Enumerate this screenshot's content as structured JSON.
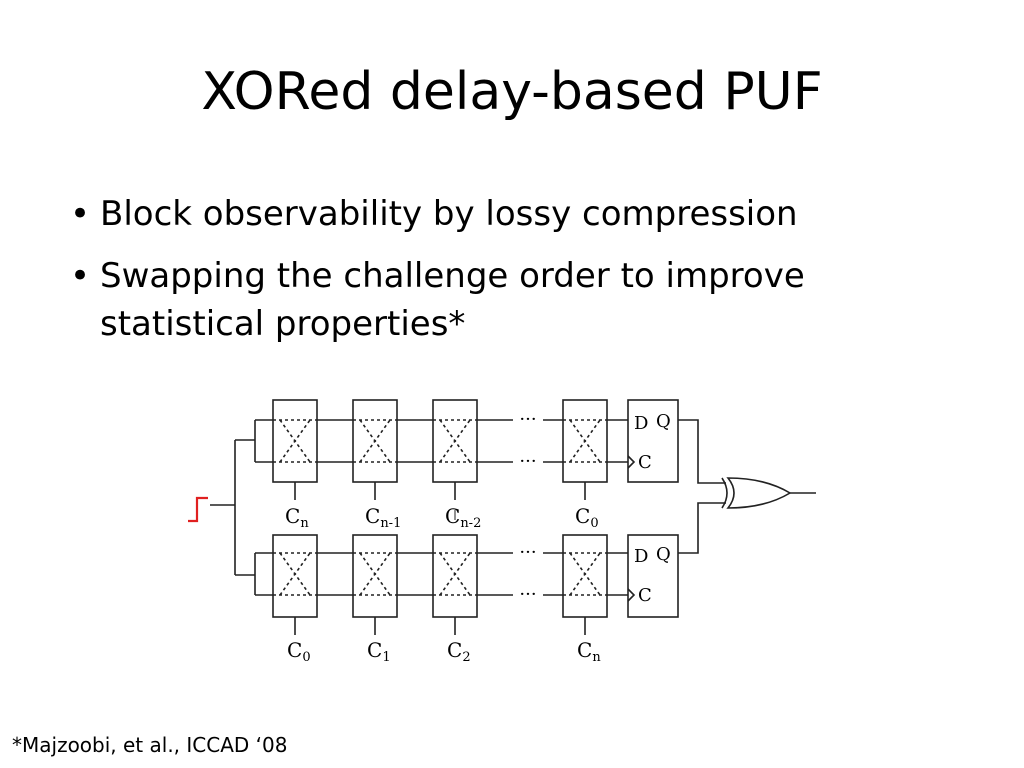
{
  "slide": {
    "title": "XORed delay-based PUF",
    "bullets": [
      "Block observability by lossy compression",
      "Swapping the challenge order to improve statistical properties*"
    ],
    "footnote": "*Majzoobi, et al., ICCAD ‘08"
  },
  "diagram": {
    "ellipsis": "···",
    "flipflop": {
      "d": "D",
      "q": "Q",
      "c": "C"
    },
    "top_chain_labels": [
      {
        "base": "C",
        "sub": "n"
      },
      {
        "base": "C",
        "sub": "n-1"
      },
      {
        "base": "C",
        "sub": "n-2"
      },
      {
        "base": "C",
        "sub": "0"
      }
    ],
    "bottom_chain_labels": [
      {
        "base": "C",
        "sub": "0"
      },
      {
        "base": "C",
        "sub": "1"
      },
      {
        "base": "C",
        "sub": "2"
      },
      {
        "base": "C",
        "sub": "n"
      }
    ],
    "colors": {
      "step_signal": "#e02020",
      "lines": "#222222"
    }
  }
}
